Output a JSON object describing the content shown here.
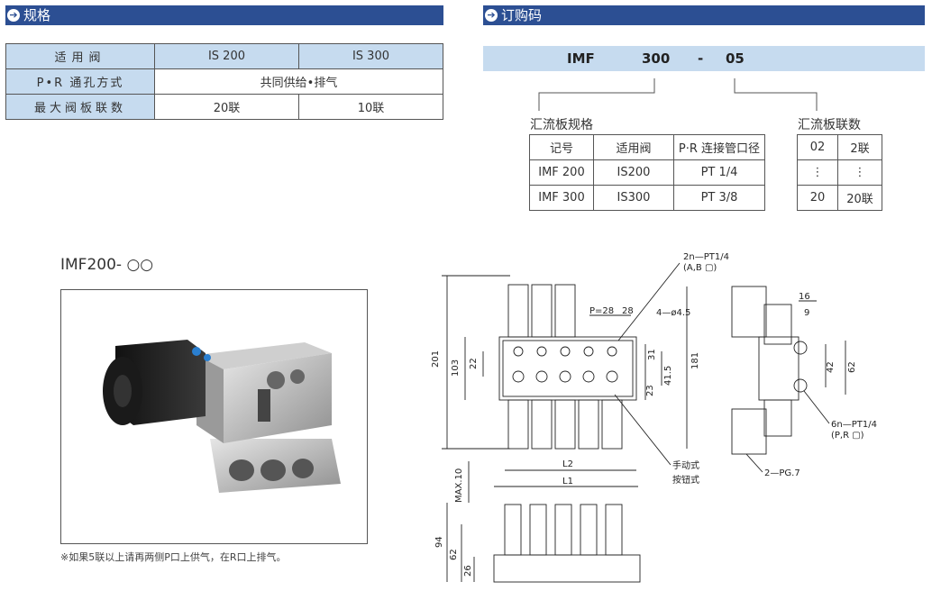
{
  "sections": {
    "spec_title": "规格",
    "order_title": "订购码"
  },
  "spec_table": {
    "header": [
      "适用阀",
      "IS 200",
      "IS 300"
    ],
    "row2": {
      "label": "P•R 通孔方式",
      "value": "共同供给•排气"
    },
    "row3": {
      "label": "最大阀板联数",
      "v1": "20联",
      "v2": "10联"
    }
  },
  "order_code": {
    "p1": "IMF",
    "p2": "300",
    "p3": "-",
    "p4": "05"
  },
  "manifold_spec": {
    "title": "汇流板规格",
    "header": [
      "记号",
      "适用阀",
      "P·R 连接管口径"
    ],
    "rows": [
      [
        "IMF 200",
        "IS200",
        "PT 1/4"
      ],
      [
        "IMF 300",
        "IS300",
        "PT 3/8"
      ]
    ]
  },
  "manifold_count": {
    "title": "汇流板联数",
    "rows": [
      [
        "02",
        "2联"
      ],
      [
        "⋮",
        "⋮"
      ],
      [
        "20",
        "20联"
      ]
    ]
  },
  "product": {
    "model": "IMF200- ○○",
    "note": "※如果5联以上请再两侧P口上供气，在R口上排气。"
  },
  "drawing_labels": {
    "a": "2n—PT1/4",
    "b": "(A,B ▢)",
    "c": "P=28",
    "d": "28",
    "e": "4—ø4.5",
    "f": "201",
    "g": "103",
    "h": "22",
    "i": "31",
    "j": "41.5",
    "k": "23",
    "l": "181",
    "m": "16",
    "n": "9",
    "o": "42",
    "p": "62",
    "q": "6n—PT1/4",
    "r": "(P,R ▢)",
    "s": "2—PG.7",
    "t": "手动式",
    "u": "按钮式",
    "v": "L2",
    "w": "L1",
    "x": "MAX.10",
    "y": "94",
    "z": "62",
    "aa": "26"
  },
  "colors": {
    "bar": "#2c4f93",
    "light": "#c6dbef"
  }
}
